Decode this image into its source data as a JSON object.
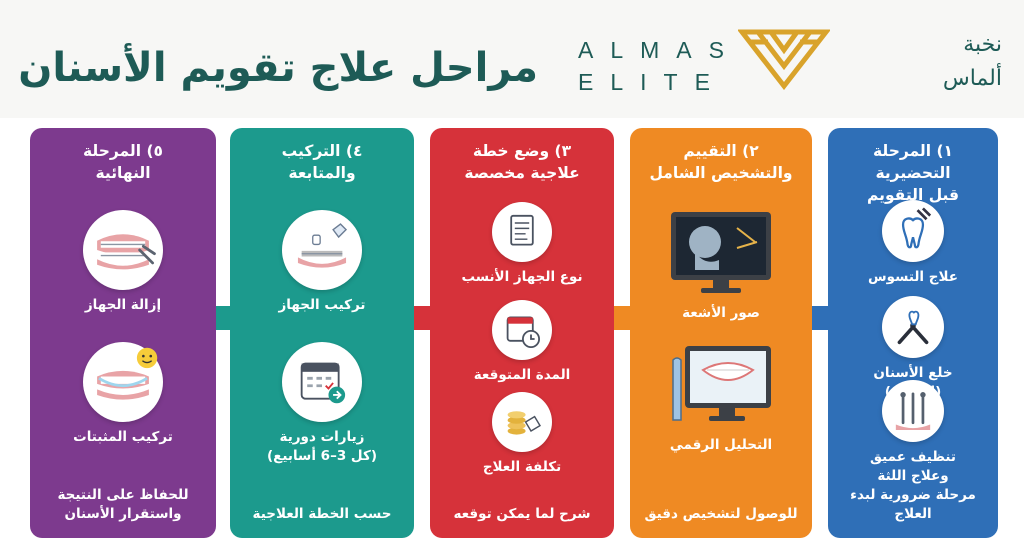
{
  "header": {
    "title": "مراحل علاج تقويم الأسنان",
    "brand_latin_line1": "ALMAS",
    "brand_latin_line2": "ELITE",
    "brand_ar_line1": "نخبة",
    "brand_ar_line2": "ألماس",
    "brand_color": "#1e5b56",
    "logo_color": "#d9a32b"
  },
  "stages": [
    {
      "title_line1": "١) المرحلة التحضيرية",
      "title_line2": "قبل التقويم",
      "color": "#2f6fb7",
      "items": [
        {
          "label": "علاج التسوس",
          "icon": "tooth-drill-icon"
        },
        {
          "label": "خلع الأسنان",
          "label2": "(إن لزم)",
          "icon": "extraction-forceps-icon"
        },
        {
          "label": "تنظيف عميق",
          "label2": "وعلاج اللثة",
          "icon": "dental-tools-icon"
        }
      ],
      "footer": "مرحلة ضرورية لبدء العلاج"
    },
    {
      "title_line1": "٢) التقييم",
      "title_line2": "والتشخيص الشامل",
      "color": "#ef8a23",
      "items": [
        {
          "label": "صور الأشعة",
          "icon": "xray-monitor-icon"
        },
        {
          "label": "التحليل الرقمي",
          "icon": "digital-scan-icon"
        }
      ],
      "footer": "للوصول لتشخيص دقيق"
    },
    {
      "title_line1": "٣) وضع خطة",
      "title_line2": "علاجية مخصصة",
      "color": "#d6323a",
      "items": [
        {
          "label": "نوع الجهاز الأنسب",
          "icon": "document-icon"
        },
        {
          "label": "المدة المتوقعة",
          "icon": "calendar-clock-icon"
        },
        {
          "label": "تكلفة العلاج",
          "icon": "coins-price-icon"
        }
      ],
      "footer": "شرح لما يمكن توقعه"
    },
    {
      "title_line1": "٤) التركيب",
      "title_line2": "والمتابعة",
      "color": "#1c9a8d",
      "items": [
        {
          "label": "تركيب الجهاز",
          "icon": "braces-fitting-icon"
        },
        {
          "label": "زيارات دورية",
          "label2": "(كل 3–6 أسابيع)",
          "icon": "calendar-check-icon"
        }
      ],
      "footer": "حسب الخطة العلاجية"
    },
    {
      "title_line1": "٥) المرحلة",
      "title_line2": "النهائية",
      "color": "#7d3a8e",
      "items": [
        {
          "label": "إزالة الجهاز",
          "icon": "braces-removal-icon"
        },
        {
          "label": "تركيب المثبتات",
          "icon": "retainer-smile-icon"
        }
      ],
      "footer": "للحفاظ على النتيجة",
      "footer2": "واستقرار الأسنان"
    }
  ]
}
